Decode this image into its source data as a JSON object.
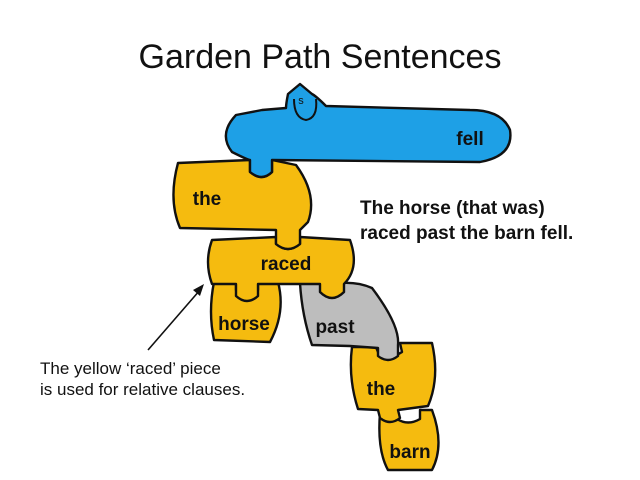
{
  "title": "Garden Path Sentences",
  "statement": {
    "line1": "The horse (that was)",
    "line2": "raced past the barn fell."
  },
  "note": {
    "line1": "The yellow ‘raced’ piece",
    "line2": "is used for relative clauses."
  },
  "pieces": {
    "s": "s",
    "fell": "fell",
    "the1": "the",
    "raced": "raced",
    "horse": "horse",
    "past": "past",
    "the2": "the",
    "barn": "barn"
  },
  "colors": {
    "blue": "#1ea0e6",
    "yellow": "#f5bb0f",
    "gray": "#bdbdbd"
  }
}
